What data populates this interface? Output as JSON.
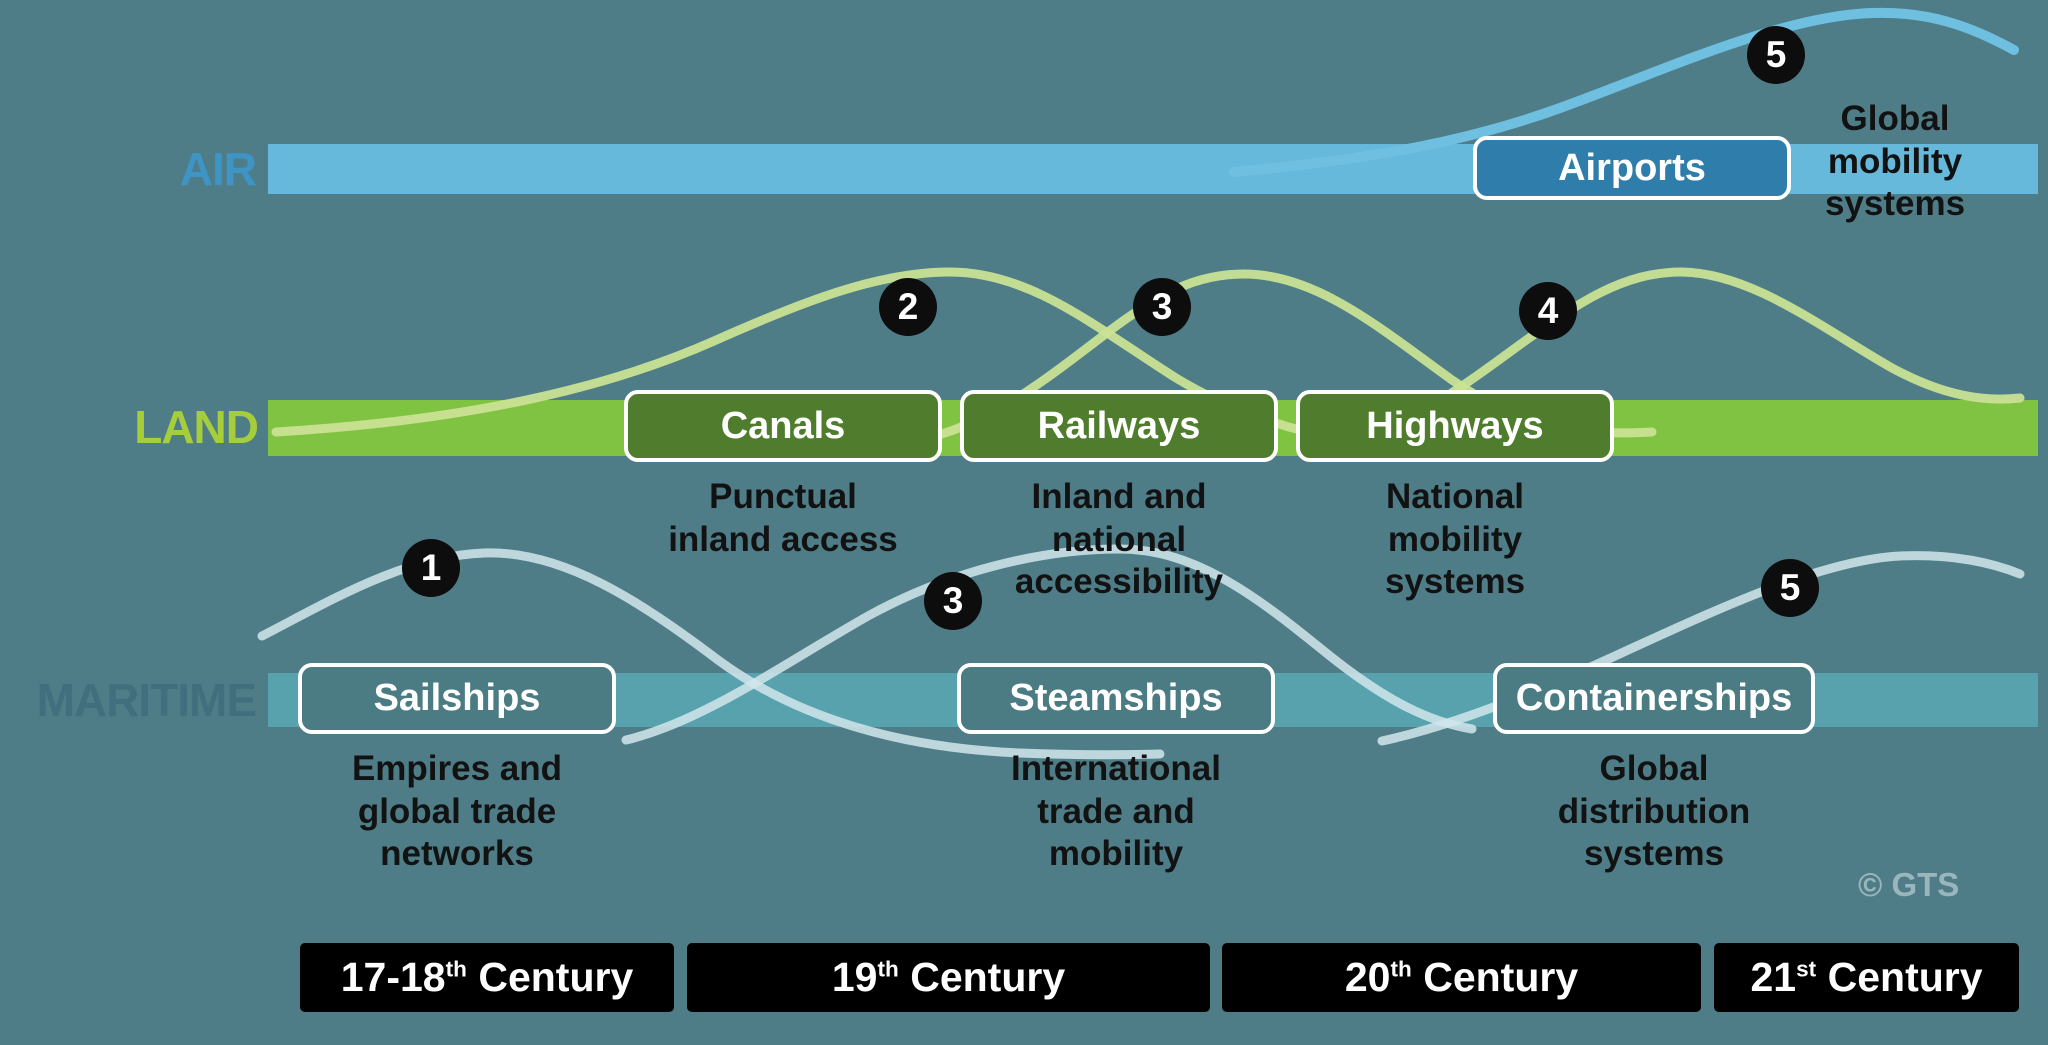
{
  "colors": {
    "background": "#4e7d88",
    "air_band": "#66b9db",
    "air_box": "#2e7dab",
    "air_label": "#3d94c5",
    "air_curve": "#6fc0e0",
    "land_band": "#80c241",
    "land_box": "#4f7d2d",
    "land_label": "#a6cd3a",
    "land_curve": "#c9e293",
    "maritime_band": "#57a2ad",
    "maritime_box": "#4b7c84",
    "maritime_label": "#426f7d",
    "maritime_curve": "#d2e6ec",
    "marker_bg": "#0d0d0d",
    "century_bg": "#000000",
    "text_dark": "#121212",
    "text_light": "#ffffff"
  },
  "tracks": {
    "air": {
      "label": "AIR"
    },
    "land": {
      "label": "LAND"
    },
    "maritime": {
      "label": "MARITIME"
    }
  },
  "nodes": {
    "airports": {
      "label": "Airports",
      "description": "Global\nmobility\nsystems"
    },
    "canals": {
      "label": "Canals",
      "description": "Punctual\ninland access"
    },
    "railways": {
      "label": "Railways",
      "description": "Inland and\nnational\naccessibility"
    },
    "highways": {
      "label": "Highways",
      "description": "National\nmobility\nsystems"
    },
    "sailships": {
      "label": "Sailships",
      "description": "Empires and\nglobal trade\nnetworks"
    },
    "steamships": {
      "label": "Steamships",
      "description": "International\ntrade and\nmobility"
    },
    "containerships": {
      "label": "Containerships",
      "description": "Global\ndistribution\nsystems"
    }
  },
  "markers": {
    "m1": "1",
    "m2": "2",
    "m3_land": "3",
    "m3_sea": "3",
    "m4": "4",
    "m5_air": "5",
    "m5_sea": "5"
  },
  "timeline": [
    {
      "prefix": "17-18",
      "sup": "th",
      "word": "Century"
    },
    {
      "prefix": "19",
      "sup": "th",
      "word": "Century"
    },
    {
      "prefix": "20",
      "sup": "th",
      "word": "Century"
    },
    {
      "prefix": "21",
      "sup": "st",
      "word": "Century"
    }
  ],
  "credit": "© GTS"
}
